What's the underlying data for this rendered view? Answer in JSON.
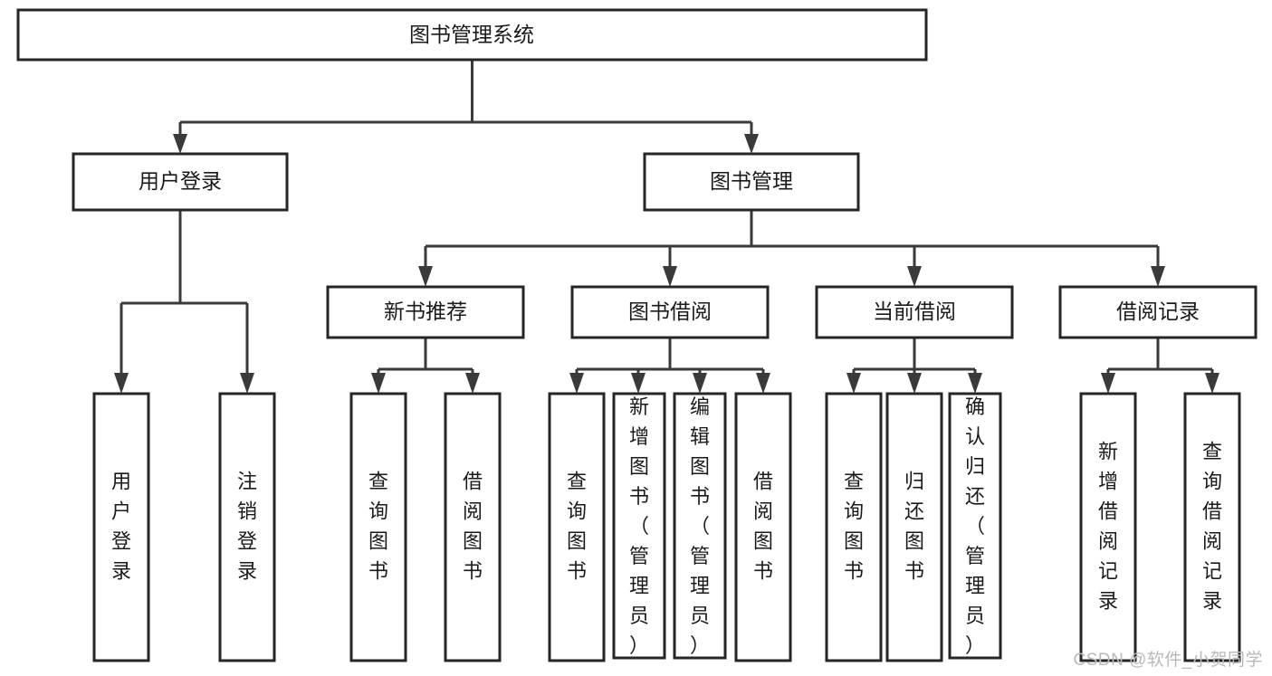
{
  "diagram": {
    "type": "tree-hierarchy-chart",
    "title": "图书管理系统",
    "watermark": "CSDN @软件_小贺同学",
    "colors": {
      "box_stroke": "#262626",
      "connector": "#3a3a3a",
      "background": "#ffffff",
      "text": "#1a1a1a",
      "watermark": "#b9b9b9"
    },
    "levels": {
      "level1": [
        {
          "id": "root",
          "label": "图书管理系统",
          "orientation": "horizontal"
        }
      ],
      "level2": [
        {
          "id": "user-login",
          "label": "用户登录",
          "orientation": "horizontal"
        },
        {
          "id": "book-management",
          "label": "图书管理",
          "orientation": "horizontal"
        }
      ],
      "level3": [
        {
          "id": "new-book-recommend",
          "label": "新书推荐",
          "orientation": "horizontal"
        },
        {
          "id": "book-borrow",
          "label": "图书借阅",
          "orientation": "horizontal"
        },
        {
          "id": "current-borrow",
          "label": "当前借阅",
          "orientation": "horizontal"
        },
        {
          "id": "borrow-record",
          "label": "借阅记录",
          "orientation": "horizontal"
        }
      ],
      "level4": [
        {
          "id": "leaf-user-login",
          "label": "用户登录",
          "orientation": "vertical",
          "parent": "user-login"
        },
        {
          "id": "leaf-logout",
          "label": "注销登录",
          "orientation": "vertical",
          "parent": "user-login"
        },
        {
          "id": "leaf-query-book-1",
          "label": "查询图书",
          "orientation": "vertical",
          "parent": "new-book-recommend"
        },
        {
          "id": "leaf-borrow-book-1",
          "label": "借阅图书",
          "orientation": "vertical",
          "parent": "new-book-recommend"
        },
        {
          "id": "leaf-query-book-2",
          "label": "查询图书",
          "orientation": "vertical",
          "parent": "book-borrow"
        },
        {
          "id": "leaf-add-book",
          "label": "新增图书（管理员）",
          "orientation": "vertical",
          "parent": "book-borrow"
        },
        {
          "id": "leaf-edit-book",
          "label": "编辑图书（管理员）",
          "orientation": "vertical",
          "parent": "book-borrow"
        },
        {
          "id": "leaf-borrow-book-2",
          "label": "借阅图书",
          "orientation": "vertical",
          "parent": "book-borrow"
        },
        {
          "id": "leaf-query-book-3",
          "label": "查询图书",
          "orientation": "vertical",
          "parent": "current-borrow"
        },
        {
          "id": "leaf-return-book",
          "label": "归还图书",
          "orientation": "vertical",
          "parent": "current-borrow"
        },
        {
          "id": "leaf-confirm-return",
          "label": "确认归还（管理员）",
          "orientation": "vertical",
          "parent": "current-borrow"
        },
        {
          "id": "leaf-add-record",
          "label": "新增借阅记录",
          "orientation": "vertical",
          "parent": "borrow-record"
        },
        {
          "id": "leaf-query-record",
          "label": "查询借阅记录",
          "orientation": "vertical",
          "parent": "borrow-record"
        }
      ]
    }
  }
}
